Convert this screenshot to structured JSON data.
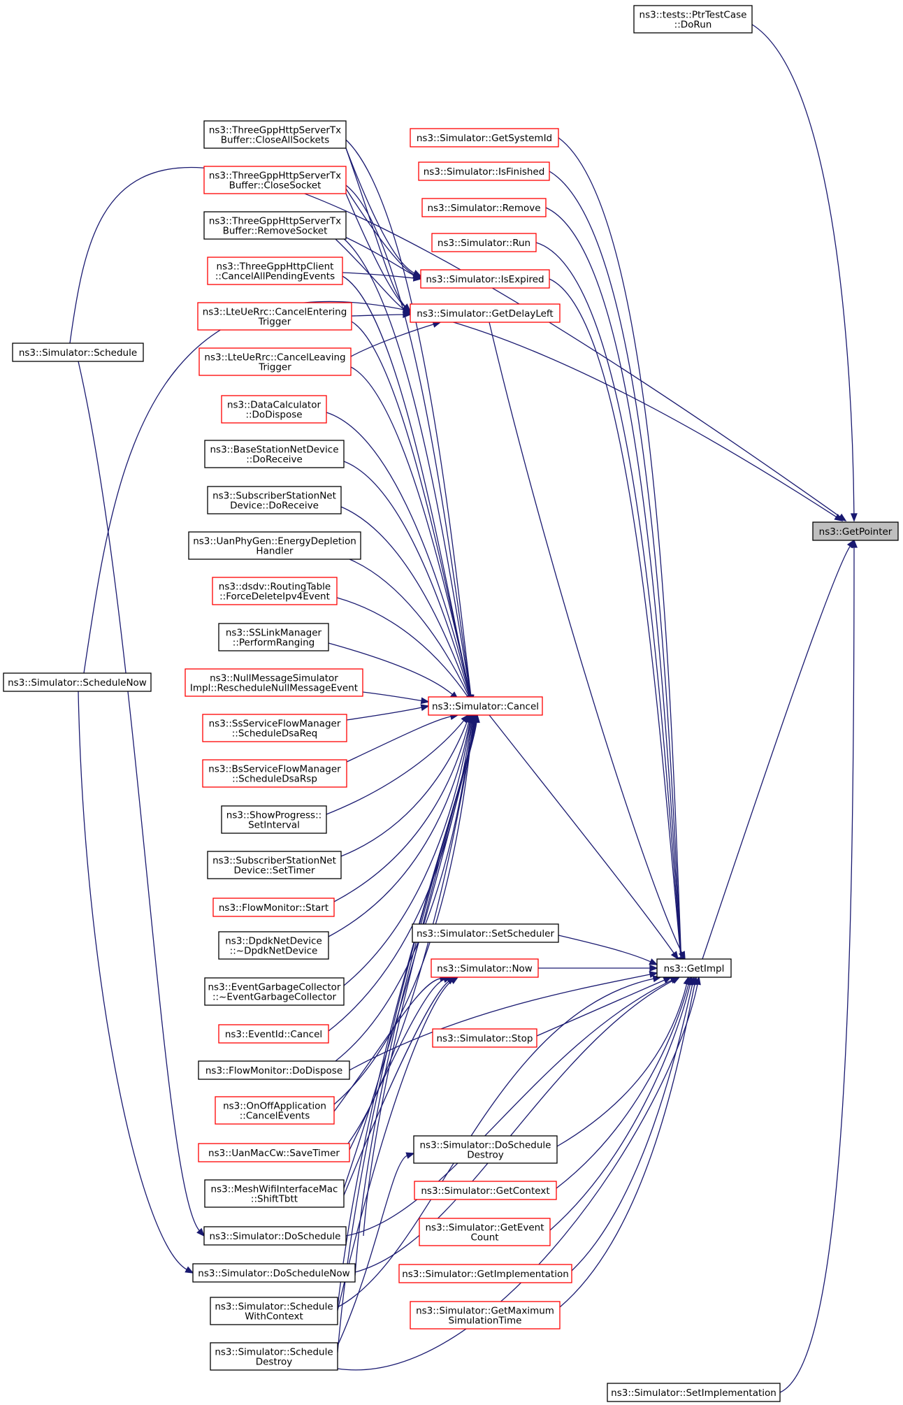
{
  "colors": {
    "edge": "#191970",
    "border_default": "#000000",
    "border_truncated": "#ff0000",
    "fill_focus": "#bfbfbf",
    "fill_default": "#ffffff"
  },
  "nodes": [
    {
      "id": "getpointer",
      "lines": [
        "ns3::GetPointer"
      ],
      "style": "focus"
    },
    {
      "id": "getimpl",
      "lines": [
        "ns3::GetImpl"
      ],
      "style": "default"
    },
    {
      "id": "ptrtestcase",
      "lines": [
        "ns3::tests::PtrTestCase",
        "::DoRun"
      ],
      "style": "default"
    },
    {
      "id": "schedule",
      "lines": [
        "ns3::Simulator::Schedule"
      ],
      "style": "default"
    },
    {
      "id": "schedulenow",
      "lines": [
        "ns3::Simulator::ScheduleNow"
      ],
      "style": "default"
    },
    {
      "id": "setimpl",
      "lines": [
        "ns3::Simulator::SetImplementation"
      ],
      "style": "default"
    },
    {
      "id": "cancel",
      "lines": [
        "ns3::Simulator::Cancel"
      ],
      "style": "truncated"
    },
    {
      "id": "getdelayleft",
      "lines": [
        "ns3::Simulator::GetDelayLeft"
      ],
      "style": "truncated"
    },
    {
      "id": "isexpired",
      "lines": [
        "ns3::Simulator::IsExpired"
      ],
      "style": "truncated"
    },
    {
      "id": "getsystemid",
      "lines": [
        "ns3::Simulator::GetSystemId"
      ],
      "style": "truncated"
    },
    {
      "id": "isfinished",
      "lines": [
        "ns3::Simulator::IsFinished"
      ],
      "style": "truncated"
    },
    {
      "id": "remove",
      "lines": [
        "ns3::Simulator::Remove"
      ],
      "style": "truncated"
    },
    {
      "id": "run",
      "lines": [
        "ns3::Simulator::Run"
      ],
      "style": "truncated"
    },
    {
      "id": "setscheduler",
      "lines": [
        "ns3::Simulator::SetScheduler"
      ],
      "style": "default"
    },
    {
      "id": "now",
      "lines": [
        "ns3::Simulator::Now"
      ],
      "style": "truncated"
    },
    {
      "id": "stop",
      "lines": [
        "ns3::Simulator::Stop"
      ],
      "style": "truncated"
    },
    {
      "id": "doschedule_destroy",
      "lines": [
        "ns3::Simulator::DoSchedule",
        "Destroy"
      ],
      "style": "default"
    },
    {
      "id": "getcontext",
      "lines": [
        "ns3::Simulator::GetContext"
      ],
      "style": "truncated"
    },
    {
      "id": "geteventcount",
      "lines": [
        "ns3::Simulator::GetEvent",
        "Count"
      ],
      "style": "truncated"
    },
    {
      "id": "getimplementation",
      "lines": [
        "ns3::Simulator::GetImplementation"
      ],
      "style": "truncated"
    },
    {
      "id": "getmaxsimtime",
      "lines": [
        "ns3::Simulator::GetMaximum",
        "SimulationTime"
      ],
      "style": "truncated"
    },
    {
      "id": "closeallsockets",
      "lines": [
        "ns3::ThreeGppHttpServerTx",
        "Buffer::CloseAllSockets"
      ],
      "style": "default"
    },
    {
      "id": "closesocket",
      "lines": [
        "ns3::ThreeGppHttpServerTx",
        "Buffer::CloseSocket"
      ],
      "style": "truncated"
    },
    {
      "id": "removesocket",
      "lines": [
        "ns3::ThreeGppHttpServerTx",
        "Buffer::RemoveSocket"
      ],
      "style": "default"
    },
    {
      "id": "cancelallpending",
      "lines": [
        "ns3::ThreeGppHttpClient",
        "::CancelAllPendingEvents"
      ],
      "style": "truncated"
    },
    {
      "id": "cancelentering",
      "lines": [
        "ns3::LteUeRrc::CancelEntering",
        "Trigger"
      ],
      "style": "truncated"
    },
    {
      "id": "cancelleaving",
      "lines": [
        "ns3::LteUeRrc::CancelLeaving",
        "Trigger"
      ],
      "style": "truncated"
    },
    {
      "id": "datacalc",
      "lines": [
        "ns3::DataCalculator",
        "::DoDispose"
      ],
      "style": "truncated"
    },
    {
      "id": "bsnetdevice",
      "lines": [
        "ns3::BaseStationNetDevice",
        "::DoReceive"
      ],
      "style": "default"
    },
    {
      "id": "ssnetdevice_recv",
      "lines": [
        "ns3::SubscriberStationNet",
        "Device::DoReceive"
      ],
      "style": "default"
    },
    {
      "id": "uanphygen",
      "lines": [
        "ns3::UanPhyGen::EnergyDepletion",
        "Handler"
      ],
      "style": "default"
    },
    {
      "id": "dsdv",
      "lines": [
        "ns3::dsdv::RoutingTable",
        "::ForceDeleteIpv4Event"
      ],
      "style": "truncated"
    },
    {
      "id": "sslinkmanager",
      "lines": [
        "ns3::SSLinkManager",
        "::PerformRanging"
      ],
      "style": "default"
    },
    {
      "id": "nullmsg",
      "lines": [
        "ns3::NullMessageSimulator",
        "Impl::RescheduleNullMessageEvent"
      ],
      "style": "truncated"
    },
    {
      "id": "ssservice",
      "lines": [
        "ns3::SsServiceFlowManager",
        "::ScheduleDsaReq"
      ],
      "style": "truncated"
    },
    {
      "id": "bsservice",
      "lines": [
        "ns3::BsServiceFlowManager",
        "::ScheduleDsaRsp"
      ],
      "style": "truncated"
    },
    {
      "id": "showprogress",
      "lines": [
        "ns3::ShowProgress::",
        "SetInterval"
      ],
      "style": "default"
    },
    {
      "id": "ssnetdevice_timer",
      "lines": [
        "ns3::SubscriberStationNet",
        "Device::SetTimer"
      ],
      "style": "default"
    },
    {
      "id": "flowmonitor_start",
      "lines": [
        "ns3::FlowMonitor::Start"
      ],
      "style": "truncated"
    },
    {
      "id": "dpdk",
      "lines": [
        "ns3::DpdkNetDevice",
        "::~DpdkNetDevice"
      ],
      "style": "default"
    },
    {
      "id": "eventgc",
      "lines": [
        "ns3::EventGarbageCollector",
        "::~EventGarbageCollector"
      ],
      "style": "default"
    },
    {
      "id": "eventid_cancel",
      "lines": [
        "ns3::EventId::Cancel"
      ],
      "style": "truncated"
    },
    {
      "id": "flowmonitor_dispose",
      "lines": [
        "ns3::FlowMonitor::DoDispose"
      ],
      "style": "default"
    },
    {
      "id": "onoff",
      "lines": [
        "ns3::OnOffApplication",
        "::CancelEvents"
      ],
      "style": "truncated"
    },
    {
      "id": "uanmac",
      "lines": [
        "ns3::UanMacCw::SaveTimer"
      ],
      "style": "truncated"
    },
    {
      "id": "meshwifi",
      "lines": [
        "ns3::MeshWifiInterfaceMac",
        "::ShiftTbtt"
      ],
      "style": "default"
    },
    {
      "id": "doschedule",
      "lines": [
        "ns3::Simulator::DoSchedule"
      ],
      "style": "default"
    },
    {
      "id": "doschedulenow",
      "lines": [
        "ns3::Simulator::DoScheduleNow"
      ],
      "style": "default"
    },
    {
      "id": "schedulewithcontext",
      "lines": [
        "ns3::Simulator::Schedule",
        "WithContext"
      ],
      "style": "default"
    },
    {
      "id": "scheduledestroy",
      "lines": [
        "ns3::Simulator::Schedule",
        "Destroy"
      ],
      "style": "default"
    }
  ]
}
